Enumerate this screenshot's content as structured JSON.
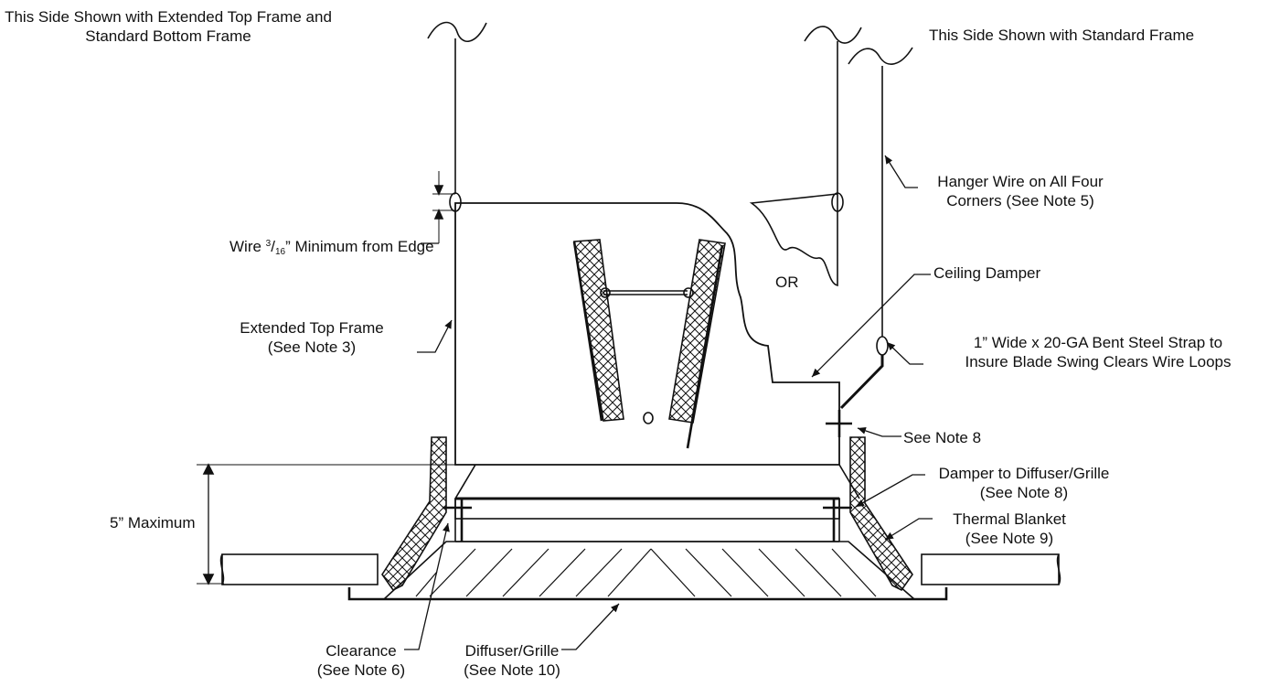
{
  "labels": {
    "left_side_line1": "This Side Shown with Extended Top Frame and",
    "left_side_line2": "Standard Bottom Frame",
    "right_side": "This Side Shown with Standard Frame",
    "hanger_line1": "Hanger Wire on All Four",
    "hanger_line2": "Corners (See Note 5)",
    "wire_prefix": "Wire ",
    "wire_num": "3",
    "wire_slash": "/",
    "wire_den": "16",
    "wire_suffix": "” Minimum from Edge",
    "ceiling_damper": "Ceiling Damper",
    "or": "OR",
    "extended_line1": "Extended Top Frame",
    "extended_line2": "(See Note 3)",
    "strap_line1": "1” Wide x 20-GA Bent Steel Strap to",
    "strap_line2": "Insure Blade Swing Clears Wire Loops",
    "see_note_8": "See Note 8",
    "damper_line1": "Damper to Diffuser/Grille",
    "damper_line2": "(See Note 8)",
    "thermal_line1": "Thermal Blanket",
    "thermal_line2": "(See Note 9)",
    "max_5": "5” Maximum",
    "clearance_line1": "Clearance",
    "clearance_line2": "(See Note 6)",
    "diffuser_line1": "Diffuser/Grille",
    "diffuser_line2": "(See Note 10)"
  }
}
